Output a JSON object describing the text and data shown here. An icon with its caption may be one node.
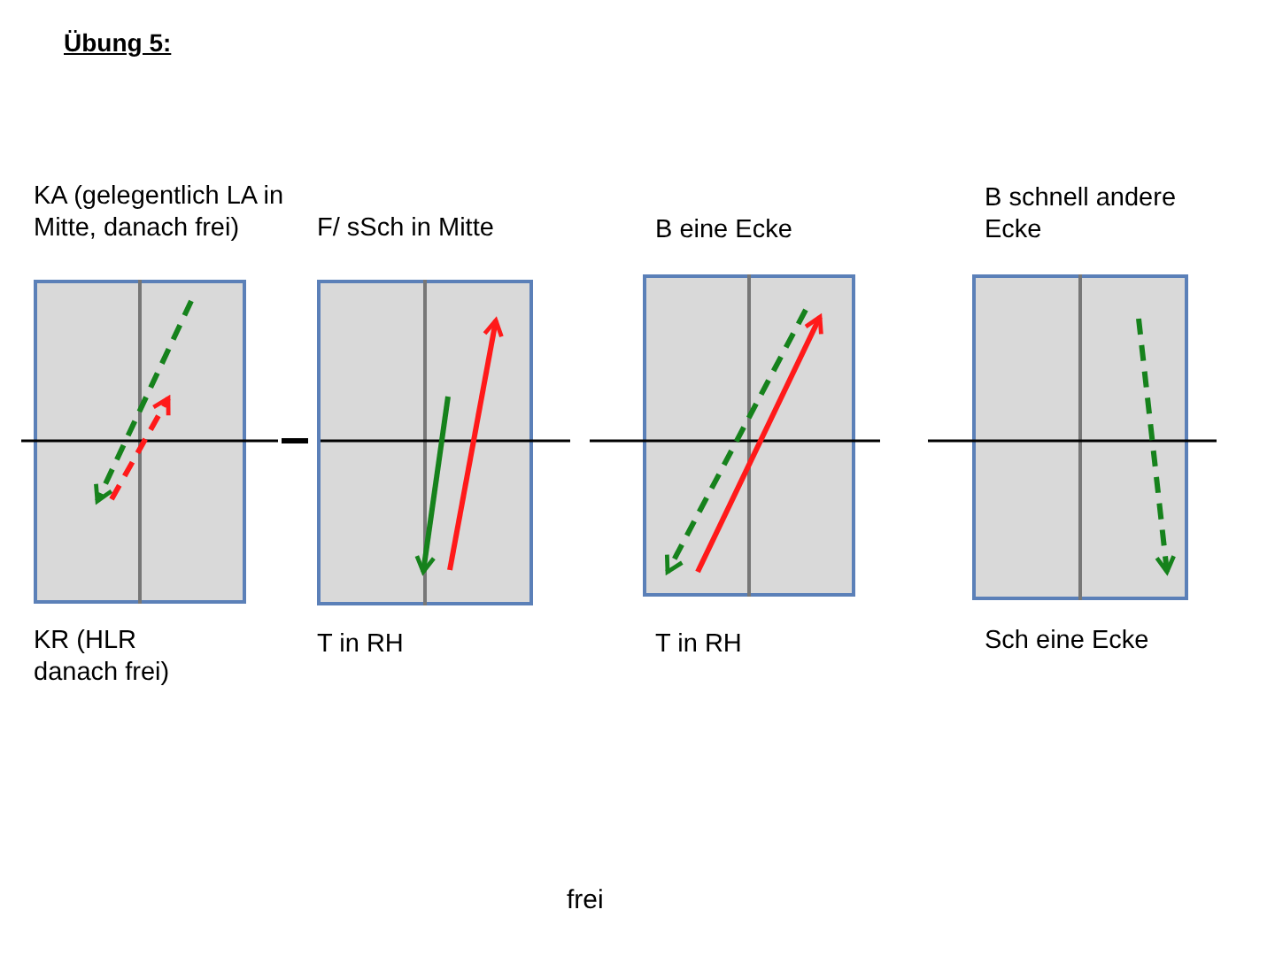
{
  "diagram": {
    "title": "Übung 5:",
    "nodes": [
      {
        "text": [
          "KA (gelegentlich LA in Mitte, danach frei)"
        ],
        "beside": [
          "KR (HLR danach frei)"
        ]
      },
      {
        "text": [
          "F/ sSch in Mitte"
        ],
        "beside": [
          "T in RH"
        ]
      },
      {
        "text": [
          "B eine Ecke"
        ],
        "beside": [
          "T in RH"
        ]
      },
      {
        "text": [
          "B schnell andere Ecke"
        ],
        "beside": [
          "Sch eine Ecke"
        ]
      }
    ],
    "labels": [
      "frei"
    ]
  }
}
